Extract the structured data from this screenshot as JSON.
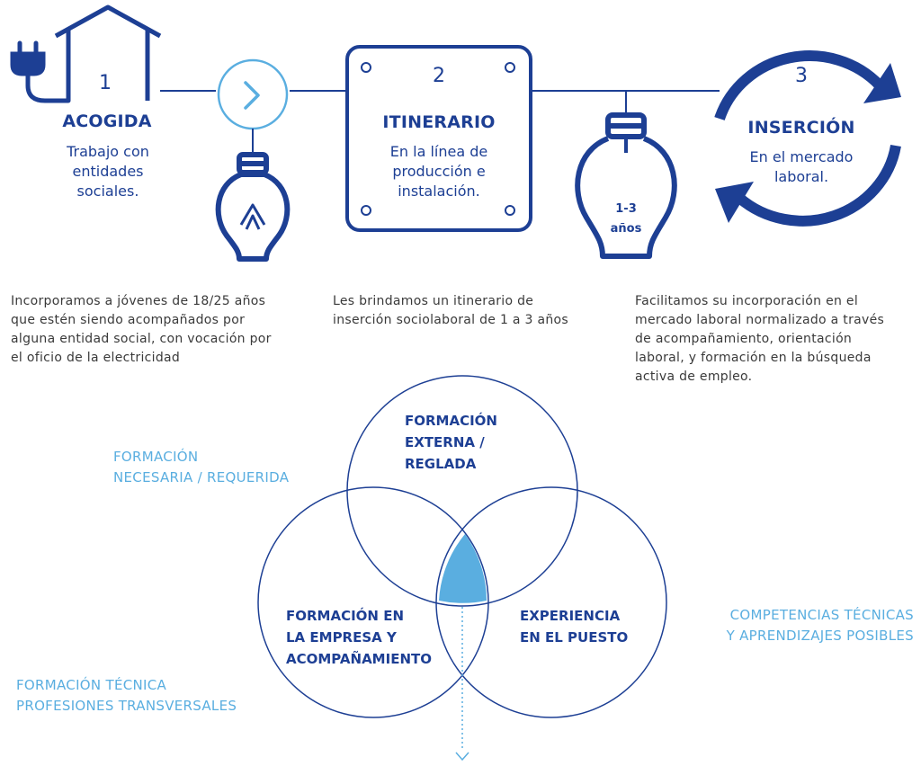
{
  "steps": [
    {
      "number": "1",
      "title": "ACOGIDA",
      "subtitle": "Trabajo con\nentidades\nsociales."
    },
    {
      "number": "2",
      "title": "ITINERARIO",
      "subtitle": "En la línea de\nproducción e\ninstalación."
    },
    {
      "number": "3",
      "title": "INSERCIÓN",
      "subtitle": "En el mercado\nlaboral."
    }
  ],
  "bulb_label": "1-3\naños",
  "descriptions": [
    "Incorporamos a jóvenes de 18/25 años\nque estén siendo acompañados por\nalguna entidad social, con vocación por\nel oficio de la electricidad",
    "Les brindamos un itinerario de\ninserción sociolaboral de 1 a 3 años",
    "Facilitamos su incorporación en el\nmercado laboral normalizado a través\nde acompañamiento, orientación\nlaboral, y formación en la búsqueda\nactiva de empleo."
  ],
  "venn": {
    "top": "FORMACIÓN\nEXTERNA /\nREGLADA",
    "left": "FORMACIÓN EN\nLA EMPRESA Y\nACOMPAÑAMIENTO",
    "right": "EXPERIENCIA\nEN EL PUESTO"
  },
  "side_labels": {
    "top_left": "FORMACIÓN\nNECESARIA / REQUERIDA",
    "bottom_left": "FORMACIÓN TÉCNICA\nPROFESIONES TRANSVERSALES",
    "right": "COMPETENCIAS TÉCNICAS\nY APRENDIZAJES POSIBLES"
  },
  "colors": {
    "navy": "#1d3f94",
    "light_blue": "#5aaee0",
    "text_gray": "#3a3a3a"
  },
  "icons": [
    "plug-icon",
    "house-icon",
    "chevron-right-icon",
    "light-bulb-icon",
    "panel-icon",
    "light-bulb-icon",
    "cycle-arrows-icon",
    "arrow-down-icon"
  ]
}
